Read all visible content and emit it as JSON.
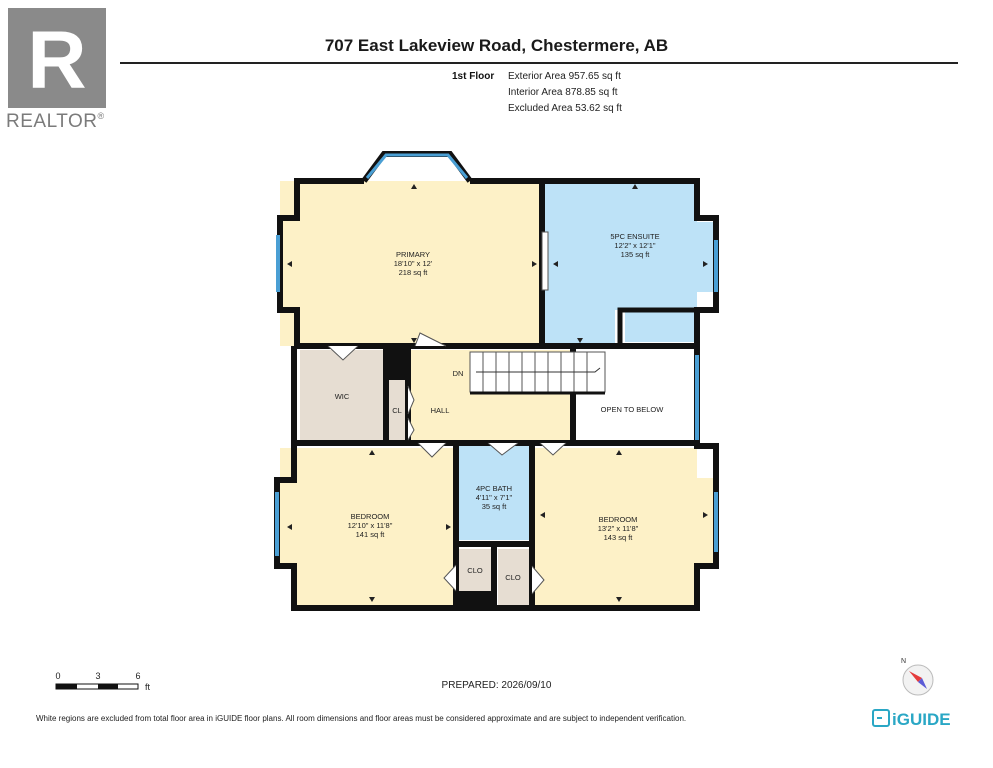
{
  "header": {
    "brand": "REALTOR",
    "brand_mark": "R",
    "title": "707 East Lakeview Road, Chestermere, AB"
  },
  "areas": {
    "floor": "1st Floor",
    "exterior": "Exterior Area 957.65 sq ft",
    "interior": "Interior Area 878.85 sq ft",
    "excluded": "Excluded Area 53.62 sq ft"
  },
  "rooms": {
    "primary": {
      "name": "PRIMARY",
      "dims": "18'10\" x 12'",
      "area": "218 sq ft"
    },
    "ensuite": {
      "name": "5PC ENSUITE",
      "dims": "12'2\" x 12'1\"",
      "area": "135 sq ft"
    },
    "wic": {
      "name": "WIC"
    },
    "cl": {
      "name": "CL"
    },
    "hall": {
      "name": "HALL"
    },
    "dn": {
      "name": "DN"
    },
    "open": {
      "name": "OPEN TO BELOW"
    },
    "bedroom_left": {
      "name": "BEDROOM",
      "dims": "12'10\" x 11'8\"",
      "area": "141 sq ft"
    },
    "bath": {
      "name": "4PC BATH",
      "dims": "4'11\" x 7'1\"",
      "area": "35 sq ft"
    },
    "bedroom_right": {
      "name": "BEDROOM",
      "dims": "13'2\" x 11'8\"",
      "area": "143 sq ft"
    },
    "clo_left": {
      "name": "CLO"
    },
    "clo_right": {
      "name": "CLO"
    }
  },
  "scale": {
    "t0": "0",
    "t1": "3",
    "t2": "6",
    "unit": "ft"
  },
  "compass": {
    "label": "N"
  },
  "footer": {
    "prepared": "PREPARED: 2026/09/10",
    "disclaimer": "White regions are excluded from total floor area in iGUIDE floor plans. All room dimensions and floor areas must be considered approximate and are subject to independent verification.",
    "brand": "iGUIDE"
  },
  "colors": {
    "bedroom_fill": "#fdf1c7",
    "ensuite_fill": "#bde2f7",
    "closet_fill": "#e6ddd2",
    "wall": "#111111",
    "window": "#4a9fd4"
  }
}
